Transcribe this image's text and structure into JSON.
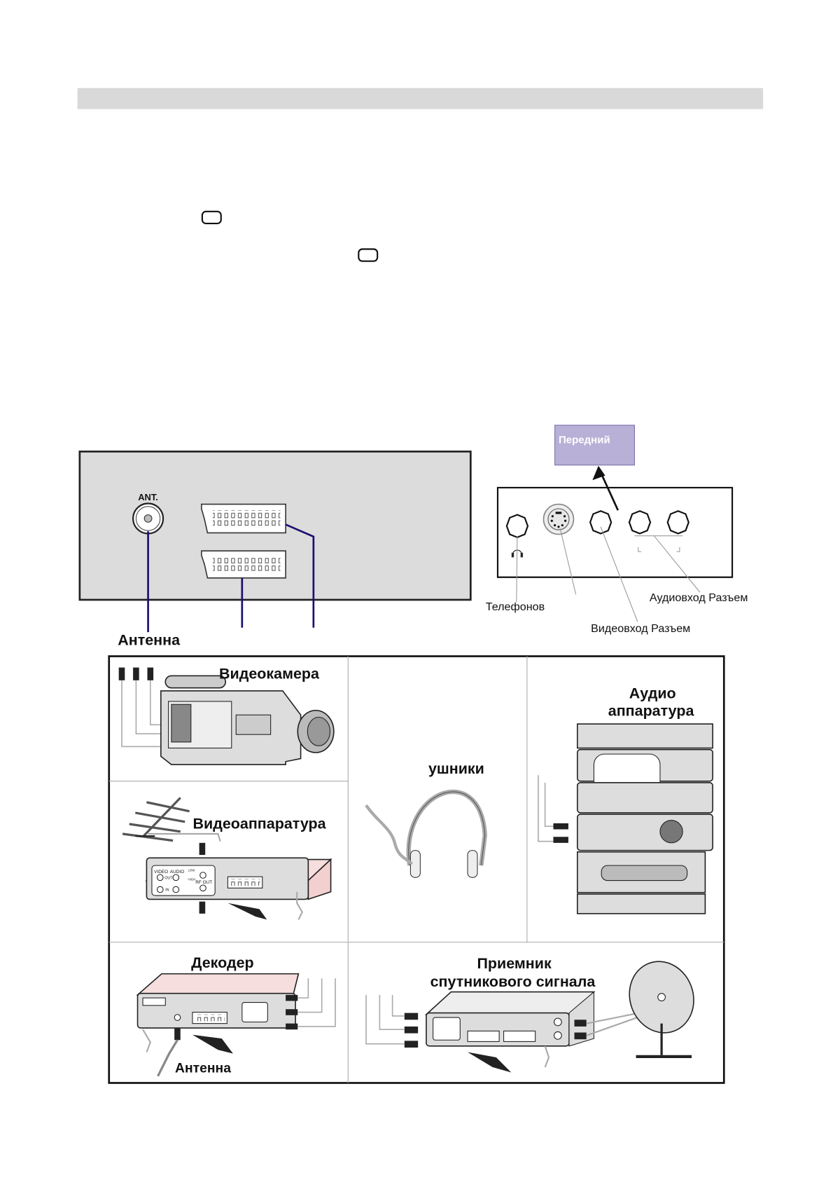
{
  "header_bar": {
    "color": "#d9d9d9"
  },
  "inline_icons": [
    "tv-screen-icon",
    "tv-screen-icon"
  ],
  "rear_panel": {
    "ant_label": "ANT.",
    "antenna_label": "Антенна",
    "line_color": "#1a1070"
  },
  "front_panel": {
    "front_label": "Передний",
    "front_label_color": "#b8b0d6",
    "phones_label": "Телефонов",
    "audio_in_label": "Аудиовход Разъем",
    "video_in_label": "Видеовход Разъем"
  },
  "devices": {
    "camcorder": "Видеокамера",
    "video_equipment": "Видеоаппаратура",
    "headphones": "ушники",
    "audio_line1": "Аудио",
    "audio_line2": "аппаратура",
    "decoder": "Декодер",
    "decoder_antenna": "Антенна",
    "satellite_line1": "Приемник",
    "satellite_line2": "спутникового сигнала",
    "vcr_jacks": {
      "video": "VIDEO",
      "audio": "AUDIO",
      "out": "OUT",
      "in": "IN",
      "rf_out": "RF OUT",
      "low": "LOW",
      "high": "HIGH"
    }
  }
}
